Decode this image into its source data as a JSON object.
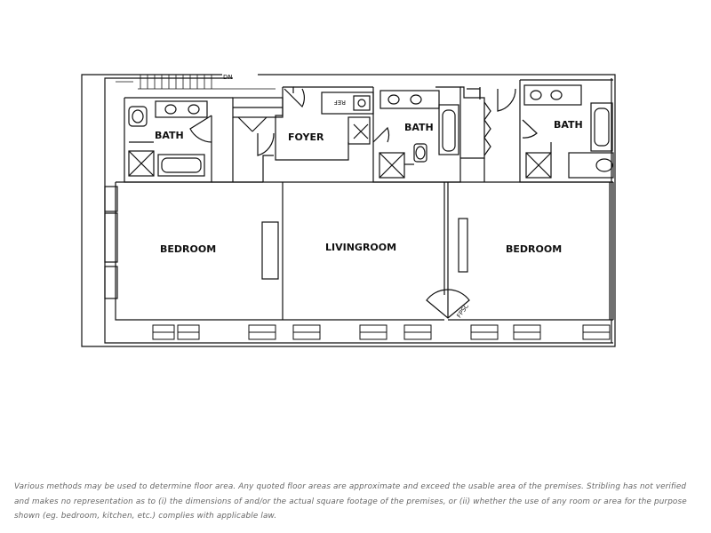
{
  "floorplan": {
    "rooms": {
      "bedroom_left": "BEDROOM",
      "livingroom": "LIVINGROOM",
      "bedroom_right": "BEDROOM",
      "bath_left": "BATH",
      "foyer": "FOYER",
      "bath_middle": "BATH",
      "bath_right": "BATH"
    },
    "markers": {
      "stair": "DN",
      "refrigerator": "REF",
      "fireplace": "FPSC"
    }
  },
  "disclaimer": "Various methods may be used to determine floor area. Any quoted floor areas are approximate and exceed the usable area of the premises. Stribling has not verified and makes no representation as to (i) the dimensions of and/or the actual square footage of the premises, or (ii) whether the use of any room or area for the purpose shown (eg. bedroom, kitchen, etc.) complies with applicable law."
}
